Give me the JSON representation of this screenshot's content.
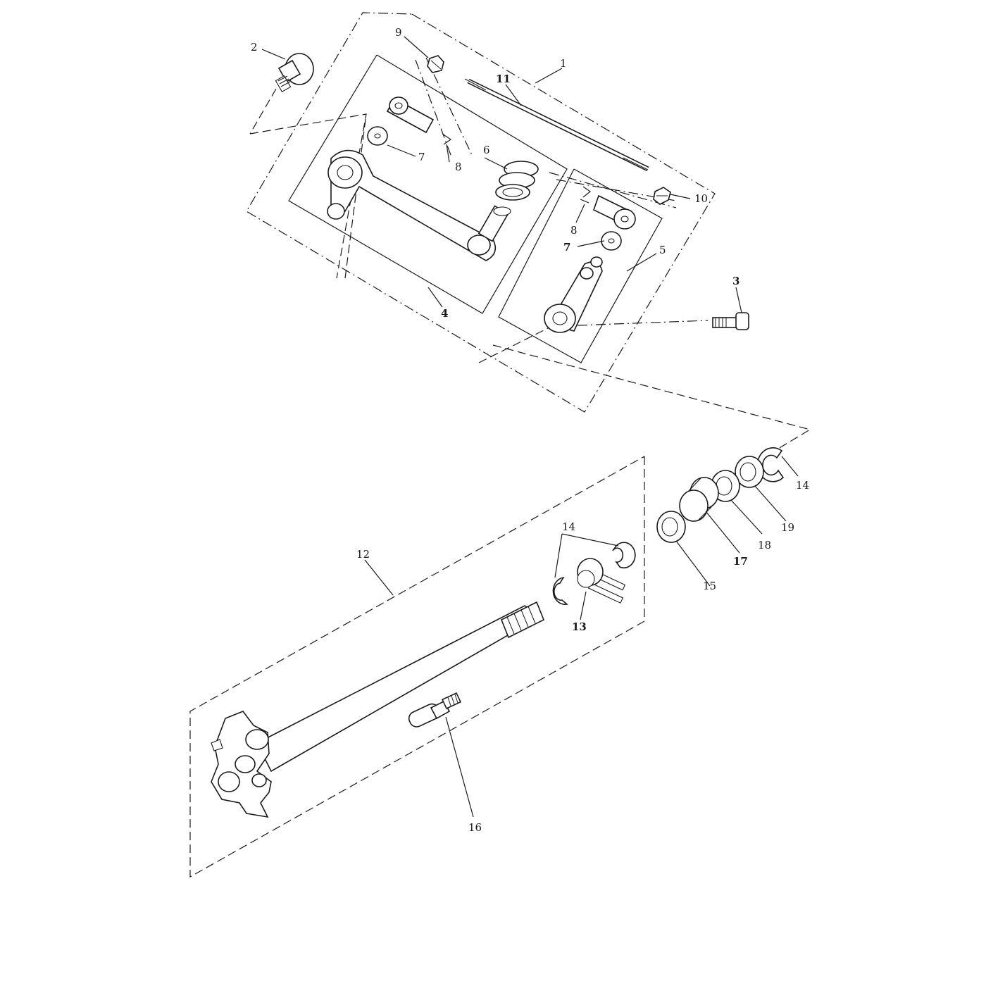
{
  "diagram": {
    "callouts": [
      {
        "id": "c1",
        "label": "1"
      },
      {
        "id": "c2",
        "label": "2"
      },
      {
        "id": "c3",
        "label": "3"
      },
      {
        "id": "c4",
        "label": "4"
      },
      {
        "id": "c5",
        "label": "5"
      },
      {
        "id": "c6",
        "label": "6"
      },
      {
        "id": "c7a",
        "label": "7"
      },
      {
        "id": "c7b",
        "label": "7"
      },
      {
        "id": "c8a",
        "label": "8"
      },
      {
        "id": "c8b",
        "label": "8"
      },
      {
        "id": "c9",
        "label": "9"
      },
      {
        "id": "c10",
        "label": "10"
      },
      {
        "id": "c11",
        "label": "11"
      },
      {
        "id": "c12",
        "label": "12"
      },
      {
        "id": "c13",
        "label": "13"
      },
      {
        "id": "c14a",
        "label": "14"
      },
      {
        "id": "c14b",
        "label": "14"
      },
      {
        "id": "c15",
        "label": "15"
      },
      {
        "id": "c16",
        "label": "16"
      },
      {
        "id": "c17",
        "label": "17"
      },
      {
        "id": "c18",
        "label": "18"
      },
      {
        "id": "c19",
        "label": "19"
      }
    ]
  }
}
